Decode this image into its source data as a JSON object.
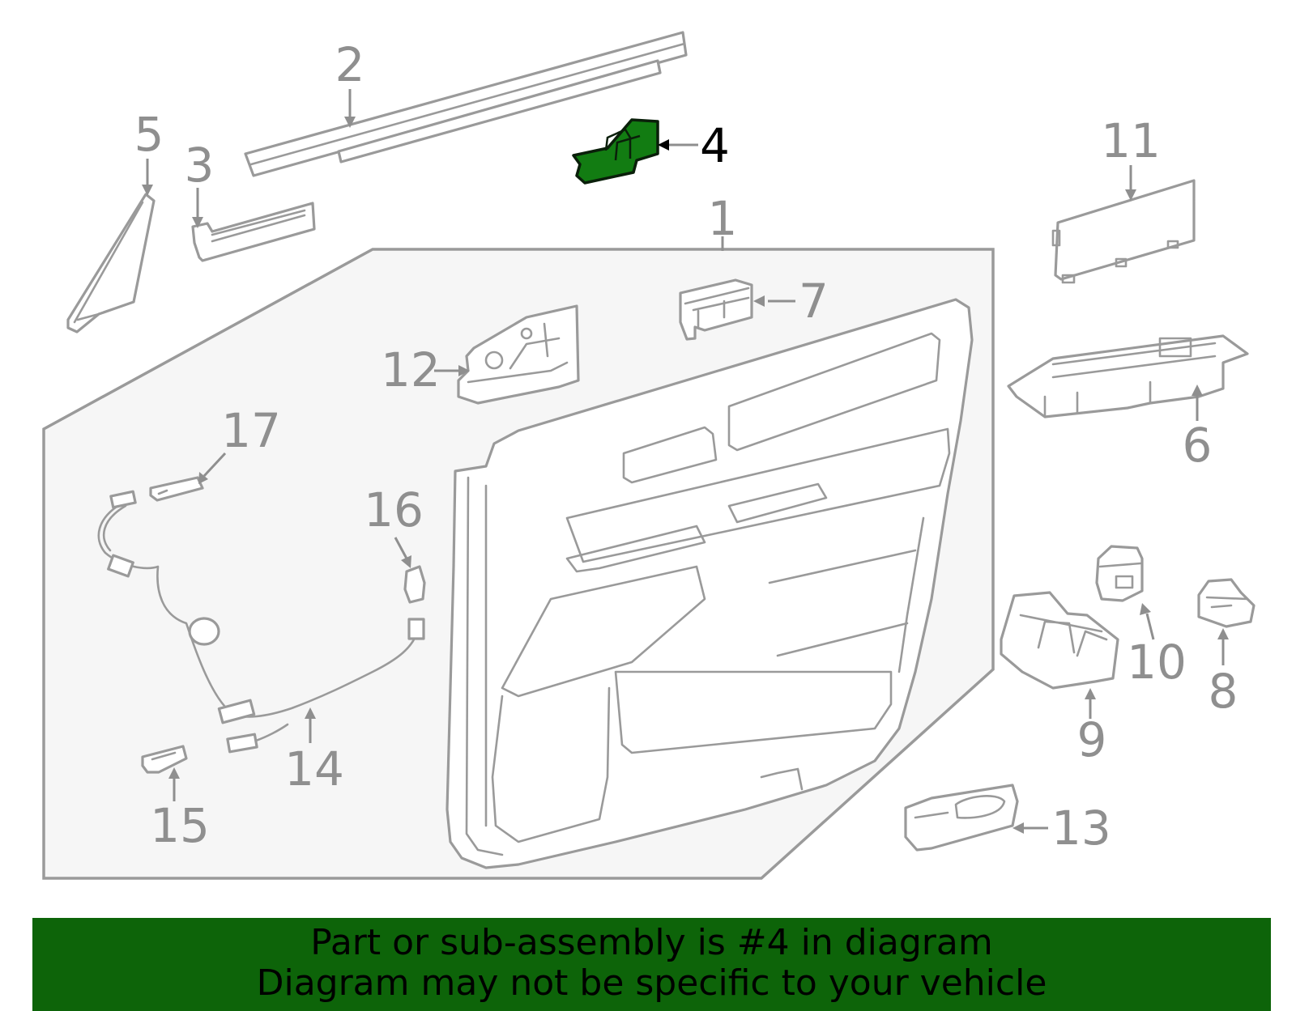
{
  "callouts": {
    "c1": "1",
    "c2": "2",
    "c3": "3",
    "c4": "4",
    "c5": "5",
    "c6": "6",
    "c7": "7",
    "c8": "8",
    "c9": "9",
    "c10": "10",
    "c11": "11",
    "c12": "12",
    "c13": "13",
    "c14": "14",
    "c15": "15",
    "c16": "16",
    "c17": "17"
  },
  "highlighted_part": "4",
  "colors": {
    "highlight_fill": "#127c12",
    "banner_background": "#0d6409",
    "outline_gray": "#9a9a9a",
    "panel_fill": "#f6f6f6"
  },
  "banner": {
    "line1": "Part or sub-assembly is #4 in diagram",
    "line2": "Diagram may not be specific to your vehicle"
  }
}
